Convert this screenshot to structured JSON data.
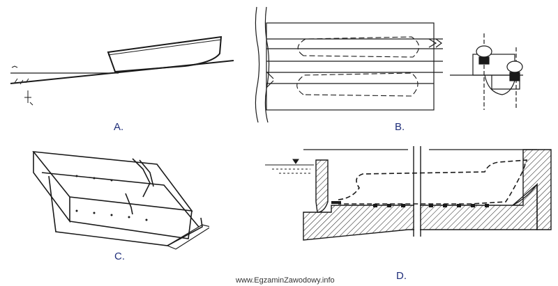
{
  "panels": [
    {
      "label": "A.",
      "depicts": "slipway"
    },
    {
      "label": "B.",
      "depicts": "ship-lift-platform"
    },
    {
      "label": "C.",
      "depicts": "floating-dock"
    },
    {
      "label": "D.",
      "depicts": "dry-dock"
    }
  ],
  "footer": {
    "text": "www.EgzaminZawodowy.info"
  },
  "colors": {
    "line": "#1a1a1a",
    "label": "#1f2e7a",
    "background": "#ffffff"
  }
}
